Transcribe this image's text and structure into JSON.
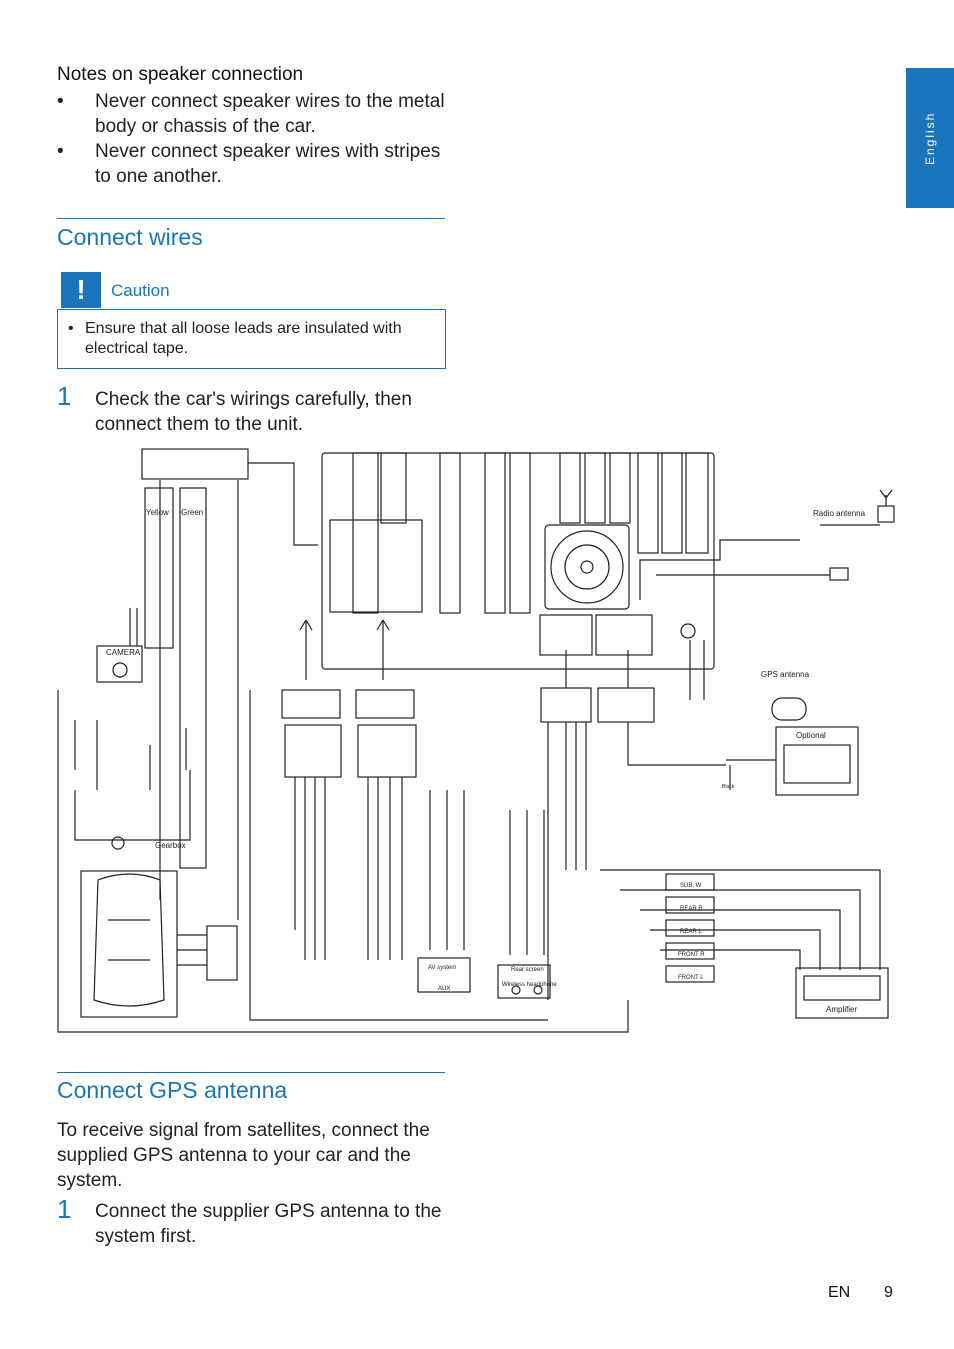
{
  "notes": {
    "heading": "Notes on speaker connection",
    "bullet_symbol": "•",
    "items": [
      "Never connect speaker wires to the metal body or chassis of the car.",
      "Never connect speaker wires with stripes to one another."
    ]
  },
  "connect_wires": {
    "title": "Connect wires",
    "caution_label": "Caution",
    "caution_icon": "!",
    "caution_items": [
      "Ensure that all loose leads are insulated with electrical tape."
    ],
    "step_number": "1",
    "step_text": "Check the car's wirings carefully, then connect them to the unit."
  },
  "diagram": {
    "labels": {
      "yellow": "Yellow",
      "green": "Green",
      "camera": "CAMERA",
      "gearbox": "Gearbox",
      "radio_antenna": "Radio antenna",
      "gps_antenna": "GPS antenna",
      "optional": "Optional",
      "av_system": "AV system",
      "aux": "AUX",
      "rear_screen": "Rear screen",
      "wireless_headphone": "Wireless headphone",
      "amplifier": "Amplifier",
      "sub_w": "SUB. W",
      "rear_r": "REAR R",
      "rear_l": "REAR L",
      "front_r": "FRONT R",
      "front_l": "FRONT L",
      "black": "Black"
    }
  },
  "connect_gps": {
    "title": "Connect GPS antenna",
    "paragraph": "To receive signal from satellites, connect the supplied GPS antenna to your car and the system.",
    "step_number": "1",
    "step_text": "Connect the supplier GPS antenna to the system first."
  },
  "sidebar_tab": {
    "label": "English"
  },
  "footer": {
    "lang": "EN",
    "page": "9"
  },
  "colors": {
    "accent": "#1a75bc"
  }
}
